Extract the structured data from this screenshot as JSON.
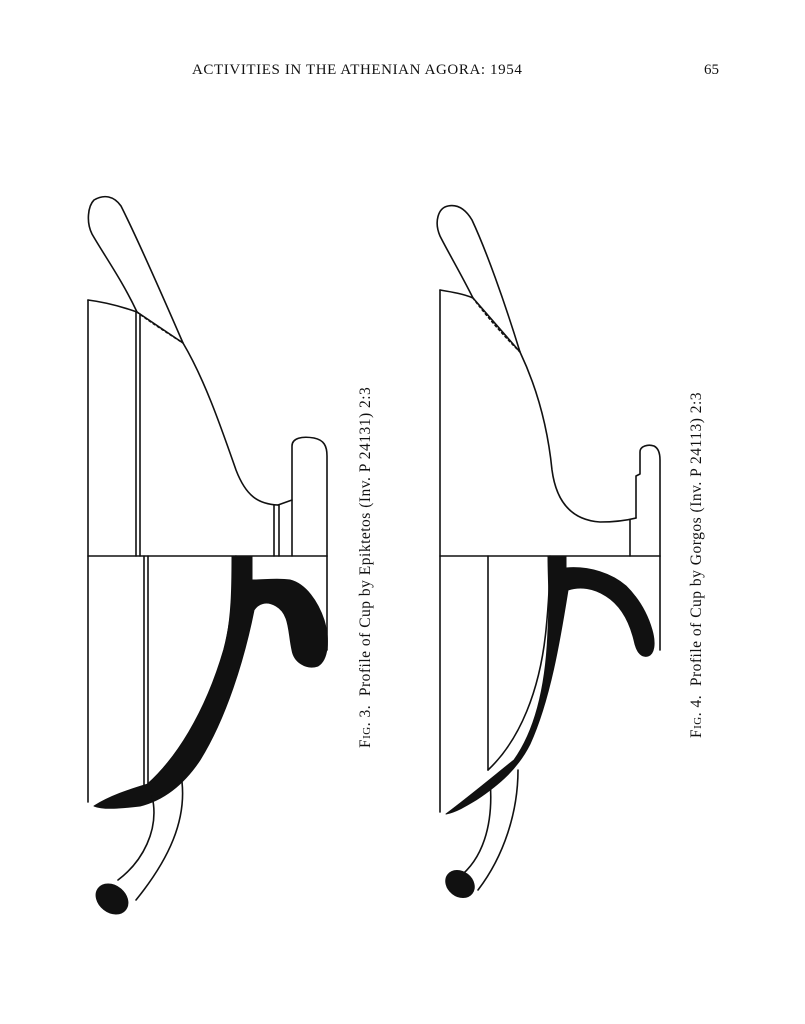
{
  "header": {
    "running_title": "ACTIVITIES IN THE ATHENIAN AGORA: 1954",
    "page_number": "65"
  },
  "figures": [
    {
      "fig_label": "Fig. 3.",
      "caption_text": "Profile of Cup by Epiktetos (Inv. P 24131) 2:3"
    },
    {
      "fig_label": "Fig. 4.",
      "caption_text": "Profile of Cup by Gorgos (Inv. P 24113) 2:3"
    }
  ],
  "colors": {
    "ink": "#111111",
    "paper": "#ffffff"
  }
}
